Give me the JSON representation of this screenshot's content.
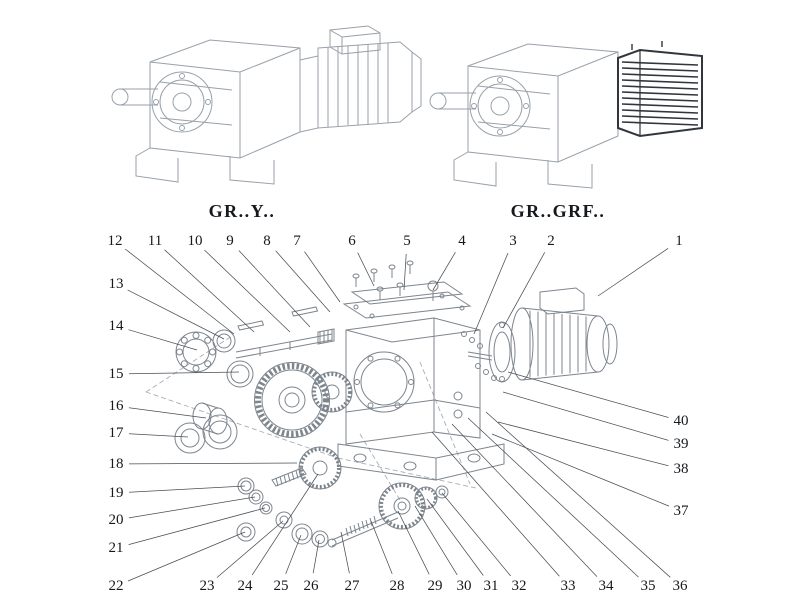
{
  "titles": {
    "left": "GR..Y..",
    "right": "GR..GRF.."
  },
  "diagram": {
    "type": "exploded-parts-diagram",
    "description_visible": false,
    "part_numbers": [
      "1",
      "2",
      "3",
      "4",
      "5",
      "6",
      "7",
      "8",
      "9",
      "10",
      "11",
      "12",
      "13",
      "14",
      "15",
      "16",
      "17",
      "18",
      "19",
      "20",
      "21",
      "22",
      "23",
      "24",
      "25",
      "26",
      "27",
      "28",
      "29",
      "30",
      "31",
      "32",
      "33",
      "34",
      "35",
      "36",
      "37",
      "38",
      "39",
      "40"
    ]
  },
  "colors": {
    "drawing_line": "#98a1aa",
    "exploded_line": "#7d858d",
    "dark_unit": "#30363c",
    "callout_text": "#15181c",
    "leader_line": "#4a4f55",
    "background": "#ffffff"
  }
}
